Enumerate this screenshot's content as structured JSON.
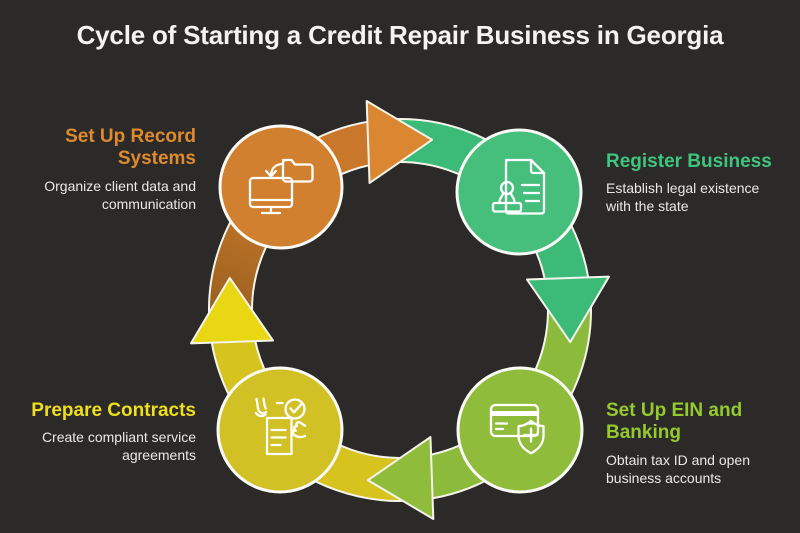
{
  "title": "Cycle of Starting a Credit Repair Business in Georgia",
  "colors": {
    "background": "#2B2A28",
    "title_text": "#F4F3F1",
    "body_text": "#E9E9E9",
    "outline_white": "#F5F4EC"
  },
  "steps": [
    {
      "label": "Set Up Record Systems",
      "description": "Organize client data and communication",
      "circle_color": "#D0802E",
      "label_color": "#DE8A2F",
      "icon": "monitor-folder-transfer-icon",
      "position": "top-left"
    },
    {
      "label": "Register Business",
      "description": "Establish legal existence with the state",
      "circle_color": "#46BE7C",
      "label_color": "#3EC57E",
      "icon": "document-stamp-icon",
      "position": "top-right"
    },
    {
      "label": "Set Up EIN and Banking",
      "description": "Obtain tax ID and open business accounts",
      "circle_color": "#90BC3B",
      "label_color": "#95CA2F",
      "icon": "credit-card-shield-plus-icon",
      "position": "bottom-right"
    },
    {
      "label": "Prepare Contracts",
      "description": "Create compliant service agreements",
      "circle_color": "#D2C125",
      "label_color": "#EFDE1C",
      "icon": "contract-hands-check-icon",
      "position": "bottom-left"
    }
  ],
  "flow": {
    "direction": "clockwise",
    "band_orange": "#C9782B",
    "band_green": "#3CBA77",
    "band_lime": "#8CBA3A",
    "band_yellow": "#D6C31E",
    "band_brown_start": "#99601F",
    "band_brown_end": "#C97929",
    "arrow_orange": "#DB8630",
    "arrow_green": "#3CBA78",
    "arrow_lime": "#8FBC3B",
    "arrow_yellow": "#E9D714"
  }
}
